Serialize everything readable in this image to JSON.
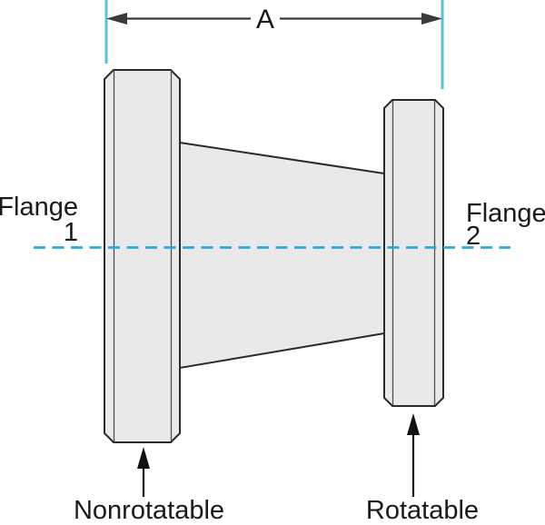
{
  "diagram": {
    "dimension_label": "A",
    "flange1": {
      "line1": "Flange",
      "line2": "1"
    },
    "flange2": {
      "line1": "Flange",
      "line2": "2"
    },
    "annotations": {
      "left_flange_type": "Nonrotatable",
      "right_flange_type": "Rotatable"
    },
    "colors": {
      "background": "#ffffff",
      "body_fill": "#e9e9e9",
      "outline": "#2a2a2a",
      "bevel_line": "#4f4f4f",
      "dimension_line": "#3a3a3a",
      "pointer_arrow": "#111111",
      "extension_line": "#56c0e6",
      "centerline": "#2aa9dc",
      "text": "#1a1a1a"
    }
  }
}
